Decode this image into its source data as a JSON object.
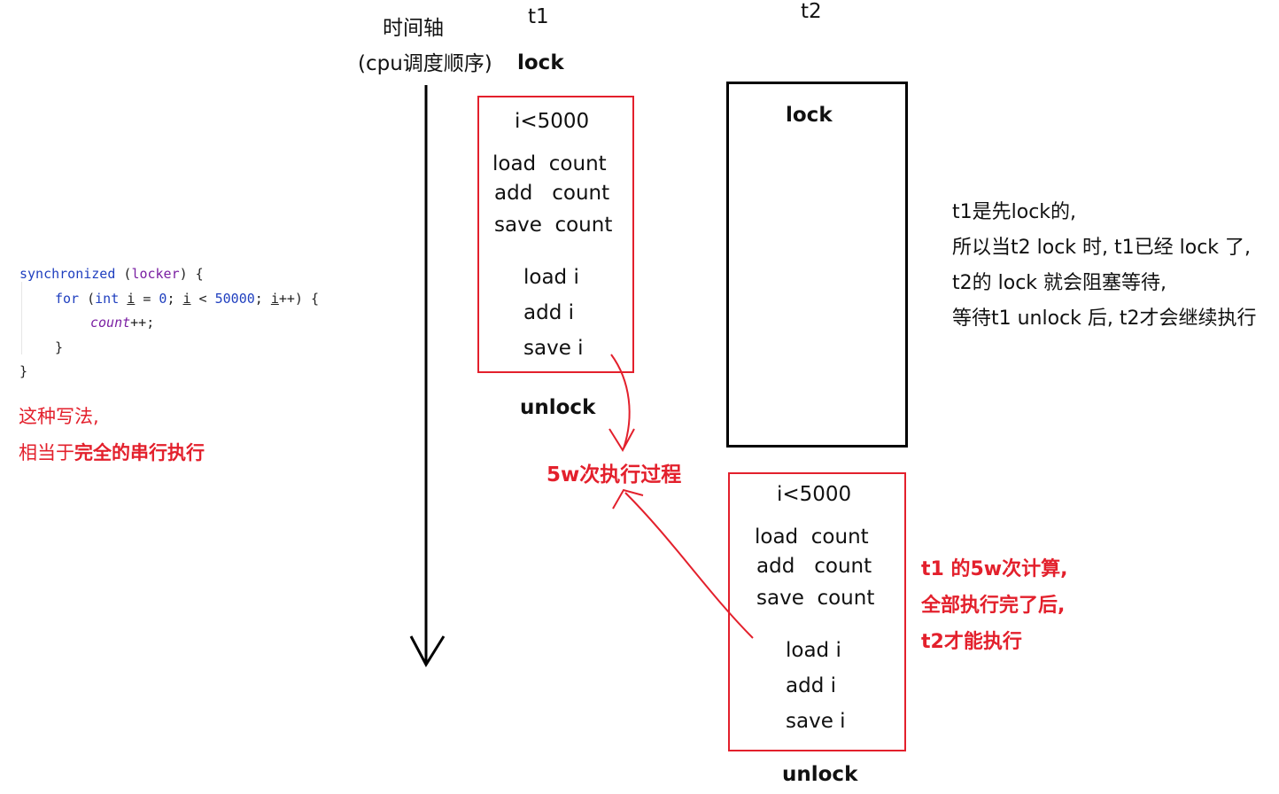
{
  "timeline": {
    "title": "时间轴",
    "subtitle": "(cpu调度顺序)"
  },
  "t1": {
    "title": "t1",
    "lock": "lock",
    "box": {
      "cond": "i<5000",
      "l1": "load  count",
      "l2": "add   count",
      "l3": "save  count",
      "l4": "load i",
      "l5": "add i",
      "l6": "save i"
    },
    "unlock": "unlock"
  },
  "t2": {
    "title": "t2",
    "lock": "lock",
    "box": {
      "cond": "i<5000",
      "l1": "load  count",
      "l2": "add   count",
      "l3": "save  count",
      "l4": "load i",
      "l5": "add i",
      "l6": "save i"
    },
    "unlock": "unlock"
  },
  "loop_label": "5w次执行过程",
  "explain": {
    "l1": "t1是先lock的,",
    "l2": "所以当t2 lock 时, t1已经 lock 了,",
    "l3": "t2的 lock 就会阻塞等待,",
    "l4": "等待t1 unlock 后, t2才会继续执行"
  },
  "explain_red": {
    "l1": "t1 的5w次计算,",
    "l2": "全部执行完了后,",
    "l3": "t2才能执行"
  },
  "code": {
    "kw_sync": "synchronized",
    "lock_open": " (",
    "locker": "locker",
    "lock_close": ") {",
    "kw_for": "for",
    "p1": " (",
    "kw_int": "int",
    "p2": " ",
    "var_i1": "i",
    "p3": " = ",
    "n0": "0",
    "p4": "; ",
    "var_i2": "i",
    "p5": " < ",
    "n5": "50000",
    "p6": "; ",
    "var_i3": "i",
    "p7": "++) {",
    "count": "count",
    "inc": "++;",
    "close_inner": "}",
    "close_outer": "}"
  },
  "note": {
    "l1": "这种写法,",
    "l2_prefix": "相当于",
    "l2_bold": "完全的串行执行"
  },
  "colors": {
    "red": "#e3202c",
    "black": "#000000",
    "keyword": "#1f3fbf",
    "variable": "#7a1fa2"
  }
}
